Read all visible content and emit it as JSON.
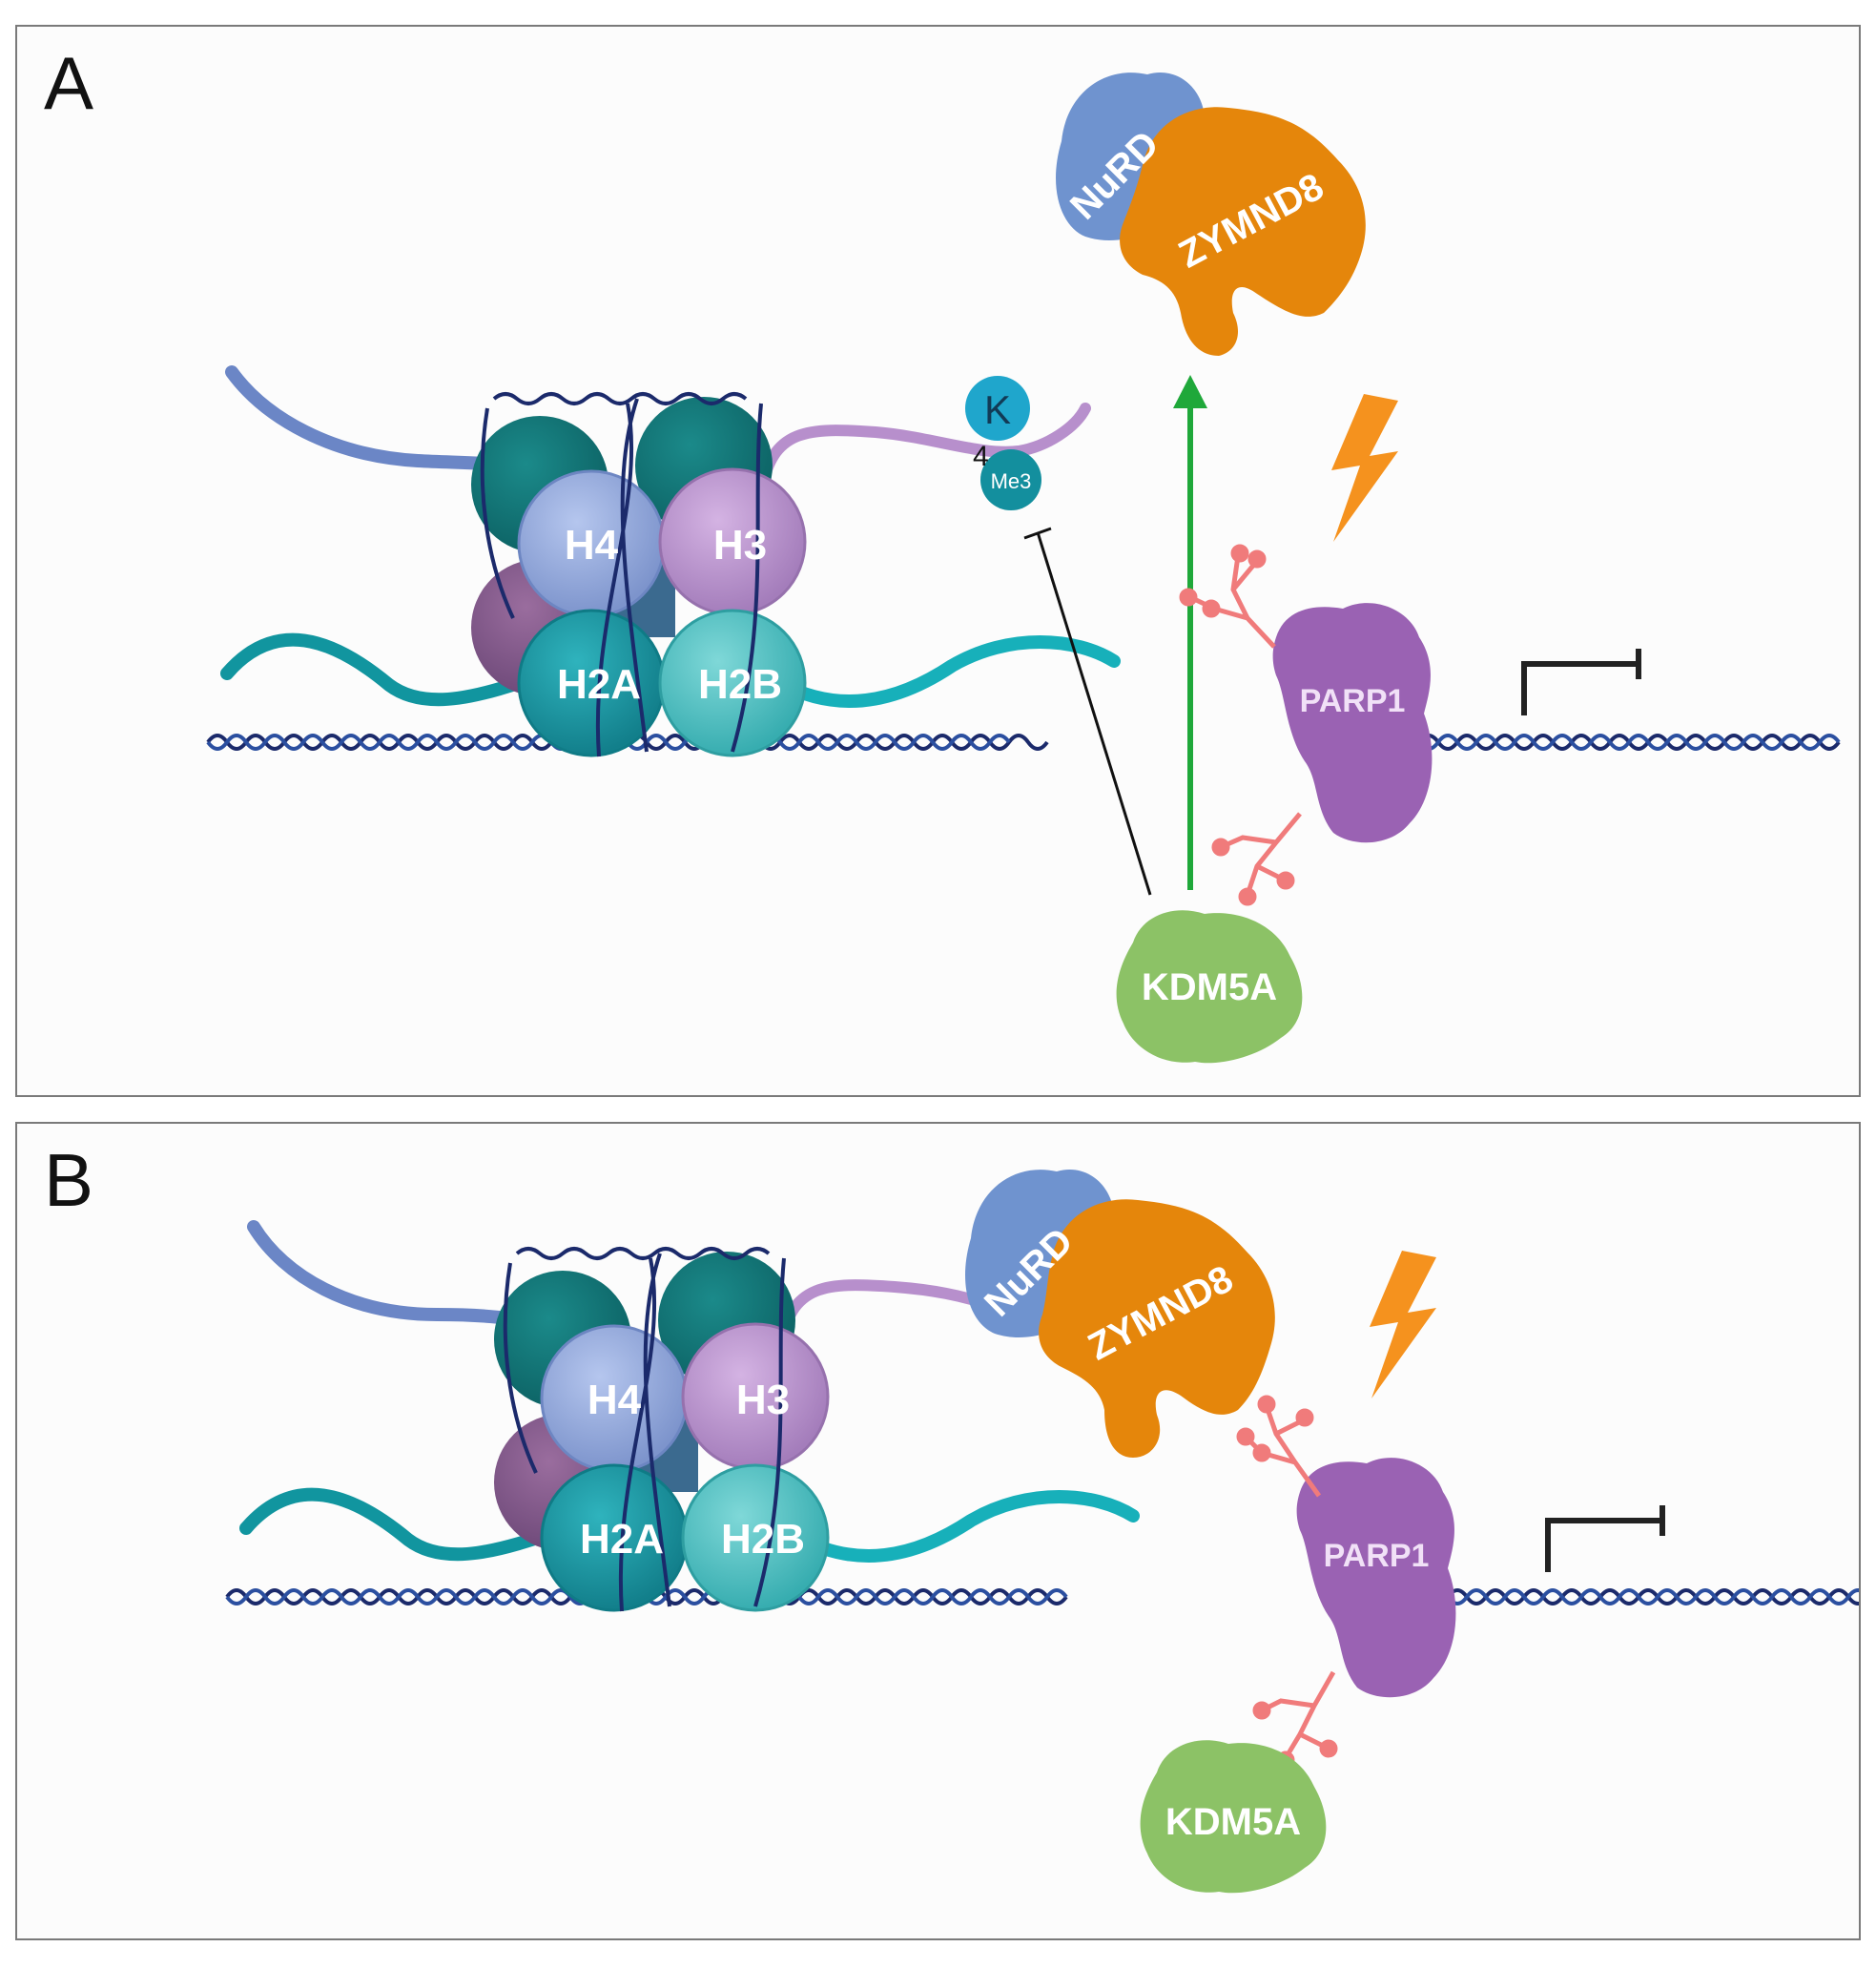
{
  "panels": {
    "a": {
      "letter": "A",
      "histones": {
        "h4": "H4",
        "h3": "H3",
        "h2a": "H2A",
        "h2b": "H2B"
      },
      "lysine": "K",
      "lysine_position": "4",
      "methyl": "Me3",
      "nurd": "NuRD",
      "zmynd8": "ZYMND8",
      "parp1": "PARP1",
      "kdm5a": "KDM5A"
    },
    "b": {
      "letter": "B",
      "histones": {
        "h4": "H4",
        "h3": "H3",
        "h2a": "H2A",
        "h2b": "H2B"
      },
      "nurd": "NuRD",
      "zmynd8": "ZYMND8",
      "parp1": "PARP1",
      "kdm5a": "KDM5A"
    }
  },
  "colors": {
    "dna": "#1b2a6b",
    "h4": "#8fa6d9",
    "h3": "#b78fcc",
    "h2a": "#1a9ca8",
    "h2b": "#45c0c4",
    "nurd": "#6f93cf",
    "zmynd8": "#e5860b",
    "parp1": "#9a62b3",
    "kdm5a": "#8cc266",
    "par_chain": "#f07b7b",
    "activation_arrow": "#1fa83a",
    "damage_bolt": "#f5921e",
    "promoter": "#222222"
  }
}
